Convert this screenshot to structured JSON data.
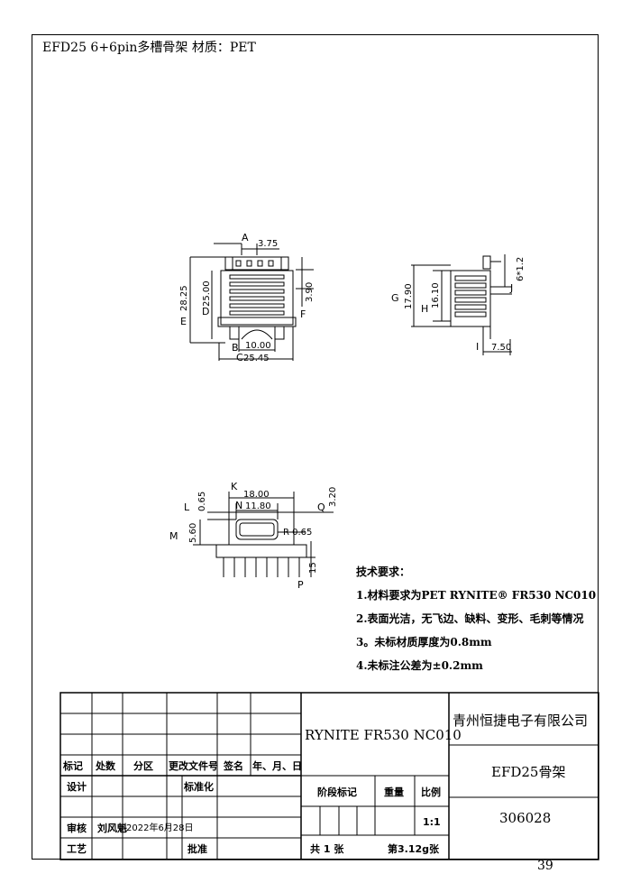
{
  "header": {
    "title": "EFD25   6+6pin多槽骨架  材质：PET"
  },
  "page_number": "39",
  "views": {
    "front": {
      "dims": {
        "a": "A",
        "v375": "3.75",
        "b": "B",
        "v1000": "10.00",
        "c": "C",
        "v2545": "25.45",
        "d": "D",
        "v2500": "25.00",
        "e": "E",
        "v2825": "28.25",
        "f": "F",
        "v390": "3.90"
      }
    },
    "side": {
      "dims": {
        "g": "G",
        "v1790": "17.90",
        "h": "H",
        "v1610": "16.10",
        "j": "J",
        "v612": "6*1.2",
        "i": "I",
        "v750": "7.50"
      }
    },
    "bottom": {
      "dims": {
        "k": "K",
        "v1800": "18.00",
        "n": "N",
        "v1180": "11.80",
        "l": "L",
        "v065": "0.65",
        "m": "M",
        "v560": "5.60",
        "q": "Q",
        "v320": "3.20",
        "r": "R 0.65",
        "p": "P",
        "v15": "15"
      }
    }
  },
  "tech_requirements": {
    "title": "技术要求：",
    "items": [
      "1.材料要求为PET RYNITE® FR530 NC010",
      "2.表面光洁，无飞边、缺料、变形、毛刺等情况",
      "3。未标材质厚度为0.8mm",
      "4.未标注公差为±0.2mm"
    ]
  },
  "title_block": {
    "material": "RYNITE FR530 NC010",
    "company": "青州恒捷电子有限公司",
    "part_name": "EFD25骨架",
    "drawing_number": "306028",
    "row_labels": {
      "mark": "标记",
      "count": "处数",
      "zone": "分区",
      "doc_no": "更改文件号",
      "sign": "签名",
      "date": "年、月、日"
    },
    "design": "设计",
    "standardize": "标准化",
    "review": "审核",
    "reviewer": "刘风魁",
    "review_date": "2022年6月28日",
    "process": "工艺",
    "approve": "批准",
    "stage_mark": "阶段标记",
    "weight": "重量",
    "scale": "比例",
    "scale_value": "1:1",
    "total_label": "共  1  张",
    "sheet_label": "第3.12g张"
  }
}
